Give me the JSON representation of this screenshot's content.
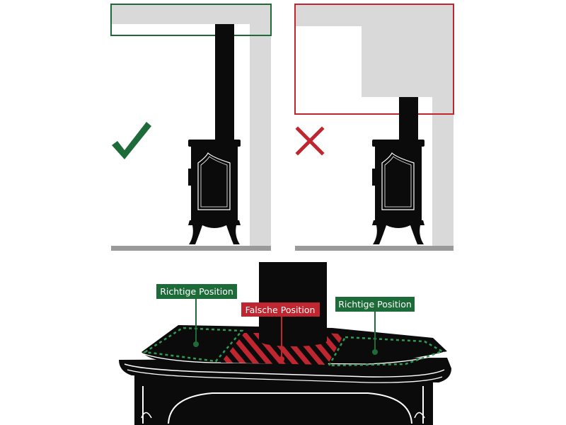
{
  "labels": {
    "left": "Richtige Position",
    "center": "Falsche Position",
    "right": "Richtige Position"
  },
  "icons": {
    "correct": "checkmark-icon",
    "wrong": "cross-icon"
  },
  "colors": {
    "correct": "#1e6b3a",
    "wrong": "#c0262f",
    "wall": "#d9d9d9",
    "floor": "#9a9a9a",
    "stove": "#0b0b0b"
  }
}
